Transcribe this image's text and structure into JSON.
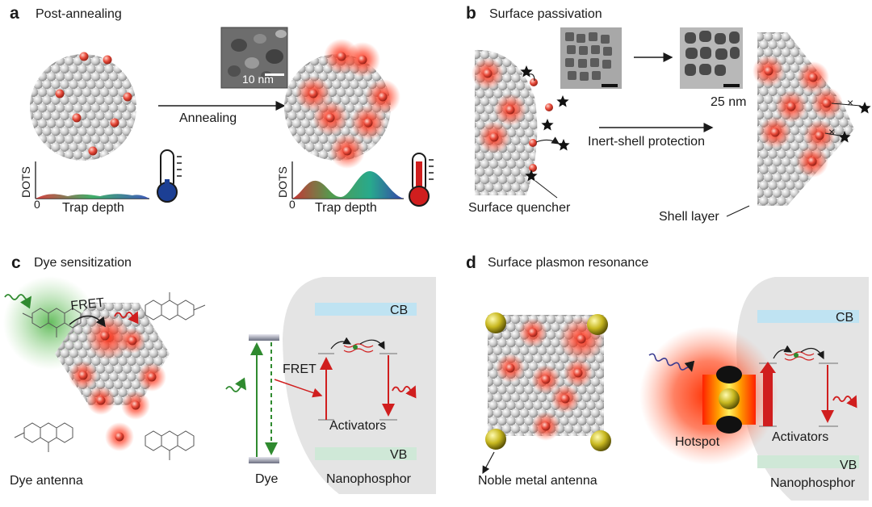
{
  "panels": {
    "a": {
      "label": "a",
      "title": "Post-annealing",
      "scale_bar": "10 nm",
      "arrow_label": "Annealing",
      "yaxis": "DOTS",
      "xaxis": "Trap depth",
      "origin": "0"
    },
    "b": {
      "label": "b",
      "title": "Surface passivation",
      "scale_bar": "25 nm",
      "arrow_label": "Inert-shell protection",
      "quencher_label": "Surface quencher",
      "shell_label": "Shell layer"
    },
    "c": {
      "label": "c",
      "title": "Dye sensitization",
      "fret_top": "FRET",
      "fret_diagram": "FRET",
      "cb": "CB",
      "vb": "VB",
      "activators": "Activators",
      "dye": "Dye",
      "nanophosphor": "Nanophosphor",
      "dye_antenna": "Dye antenna"
    },
    "d": {
      "label": "d",
      "title": "Surface plasmon resonance",
      "cb": "CB",
      "vb": "VB",
      "activators": "Activators",
      "hotspot": "Hotspot",
      "nanophosphor": "Nanophosphor",
      "antenna": "Noble metal antenna"
    }
  },
  "colors": {
    "cb_band": "#bfe3f2",
    "vb_band": "#cfe8d7",
    "emission": "#e03020",
    "excitation": "#2f8a2f",
    "thermo_cold": "#1c3f94",
    "thermo_hot": "#d01e1e",
    "gold": "#b8a818"
  }
}
